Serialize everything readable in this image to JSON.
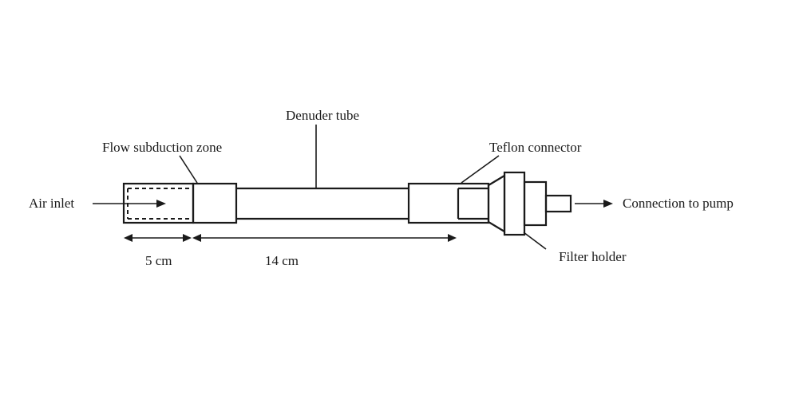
{
  "labels": {
    "denuder_tube": "Denuder tube",
    "flow_subduction_zone": "Flow subduction zone",
    "teflon_connector": "Teflon connector",
    "air_inlet": "Air inlet",
    "connection_to_pump": "Connection to pump",
    "filter_holder": "Filter holder",
    "dim_5cm": "5 cm",
    "dim_14cm": "14 cm"
  }
}
